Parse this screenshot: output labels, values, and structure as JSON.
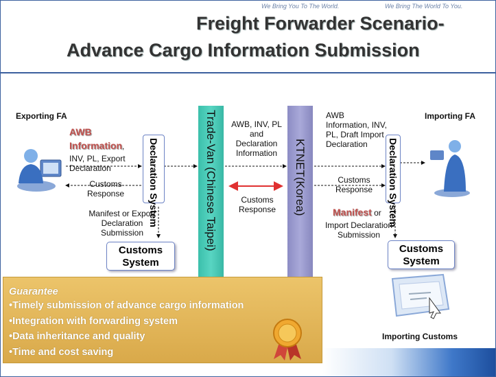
{
  "header": {
    "tagline_left": "We Bring You To The World.",
    "tagline_right": "We Bring The World To You.",
    "title_line1": "Freight Forwarder Scenario-",
    "title_line2": "Advance Cargo Information Submission"
  },
  "left": {
    "exporting_fa": "Exporting FA",
    "awb_line1": "AWB",
    "awb_line2": "Information",
    "docs_comma": ",",
    "docs_line1": "INV, PL, Export",
    "docs_line2": "Declaration",
    "customs_response": "Customs Response",
    "declaration_system": "Declaration System",
    "manifest_text": "Manifest or Export Declaration Submission",
    "customs_system": "Customs System"
  },
  "middle": {
    "tradevan": "Trade-Van (Chinese Taipei)",
    "ktnet": "KTNET(Korea)",
    "top_label": "AWB, INV, PL and Declaration Information",
    "bottom_label": "Customs Response"
  },
  "right": {
    "importing_fa": "Importing FA",
    "awb_text": "AWB Information, INV, PL, Draft Import Declaration",
    "customs_response": "Customs Response",
    "declaration_system": "Declaration System",
    "manifest_red": "Manifest",
    "manifest_or": " or",
    "manifest_text": "Import Declaration Submission",
    "customs_system": "Customs System",
    "importing_customs": "Importing Customs"
  },
  "guarantee": {
    "heading": "Guarantee",
    "items": [
      "•Timely submission of advance cargo information",
      "•Integration with forwarding system",
      "•Data inheritance and quality",
      "•Time and cost saving"
    ]
  },
  "colors": {
    "arrow_red": "#e03030",
    "tradevan_teal": "#4ccab6",
    "ktnet_purple": "#9e9ed2",
    "gold": "#e2b65a"
  }
}
